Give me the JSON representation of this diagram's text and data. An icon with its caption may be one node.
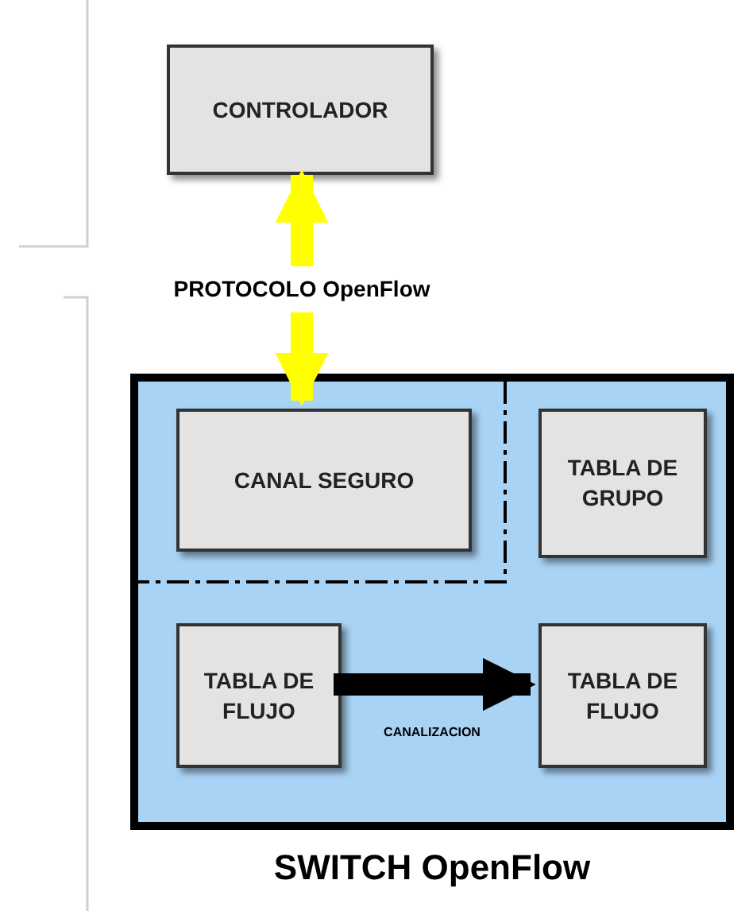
{
  "diagram": {
    "nodes": [
      {
        "text": [
          "CONTROLADOR"
        ]
      },
      {
        "text": [
          "SWITCH OpenFlow"
        ]
      },
      {
        "text": [
          "CANAL SEGURO"
        ],
        "in": 1
      },
      {
        "text": [
          "TABLA DE GRUPO"
        ],
        "in": 1
      },
      {
        "text": [
          "TABLA DE FLUJO"
        ],
        "in": 1
      },
      {
        "text": [
          "TABLA DE FLUJO"
        ],
        "in": 1
      }
    ],
    "edges": [
      {
        "from": 0,
        "to": 2,
        "arrow": "both",
        "label": "PROTOCOLO OpenFlow",
        "color": "#ffff00"
      },
      {
        "from": 4,
        "to": 5,
        "arrow": "to",
        "label": "CANALIZACION",
        "color": "#000000"
      }
    ]
  }
}
